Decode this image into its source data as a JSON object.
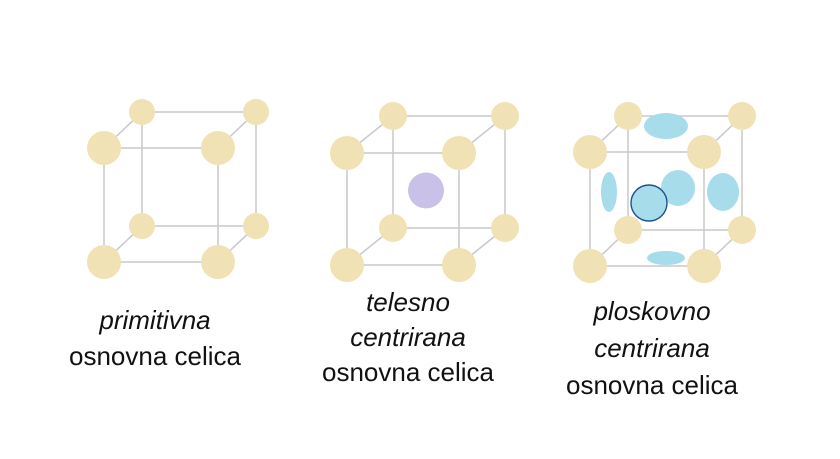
{
  "colors": {
    "edge": "#c8c8c8",
    "corner_atom": "#f0e2b4",
    "body_atom": "#c9c1e8",
    "face_atom": "#a7dceb",
    "face_atom_outline": "#1c4f8f"
  },
  "cells": [
    {
      "id": "primitive",
      "caption_italic": [
        "primitivna"
      ],
      "caption_regular": "osnovna celica"
    },
    {
      "id": "body-centered",
      "caption_italic": [
        "telesno",
        "centrirana"
      ],
      "caption_regular": "osnovna celica"
    },
    {
      "id": "face-centered",
      "caption_italic": [
        "ploskovno",
        "centrirana"
      ],
      "caption_regular": "osnovna celica"
    }
  ]
}
